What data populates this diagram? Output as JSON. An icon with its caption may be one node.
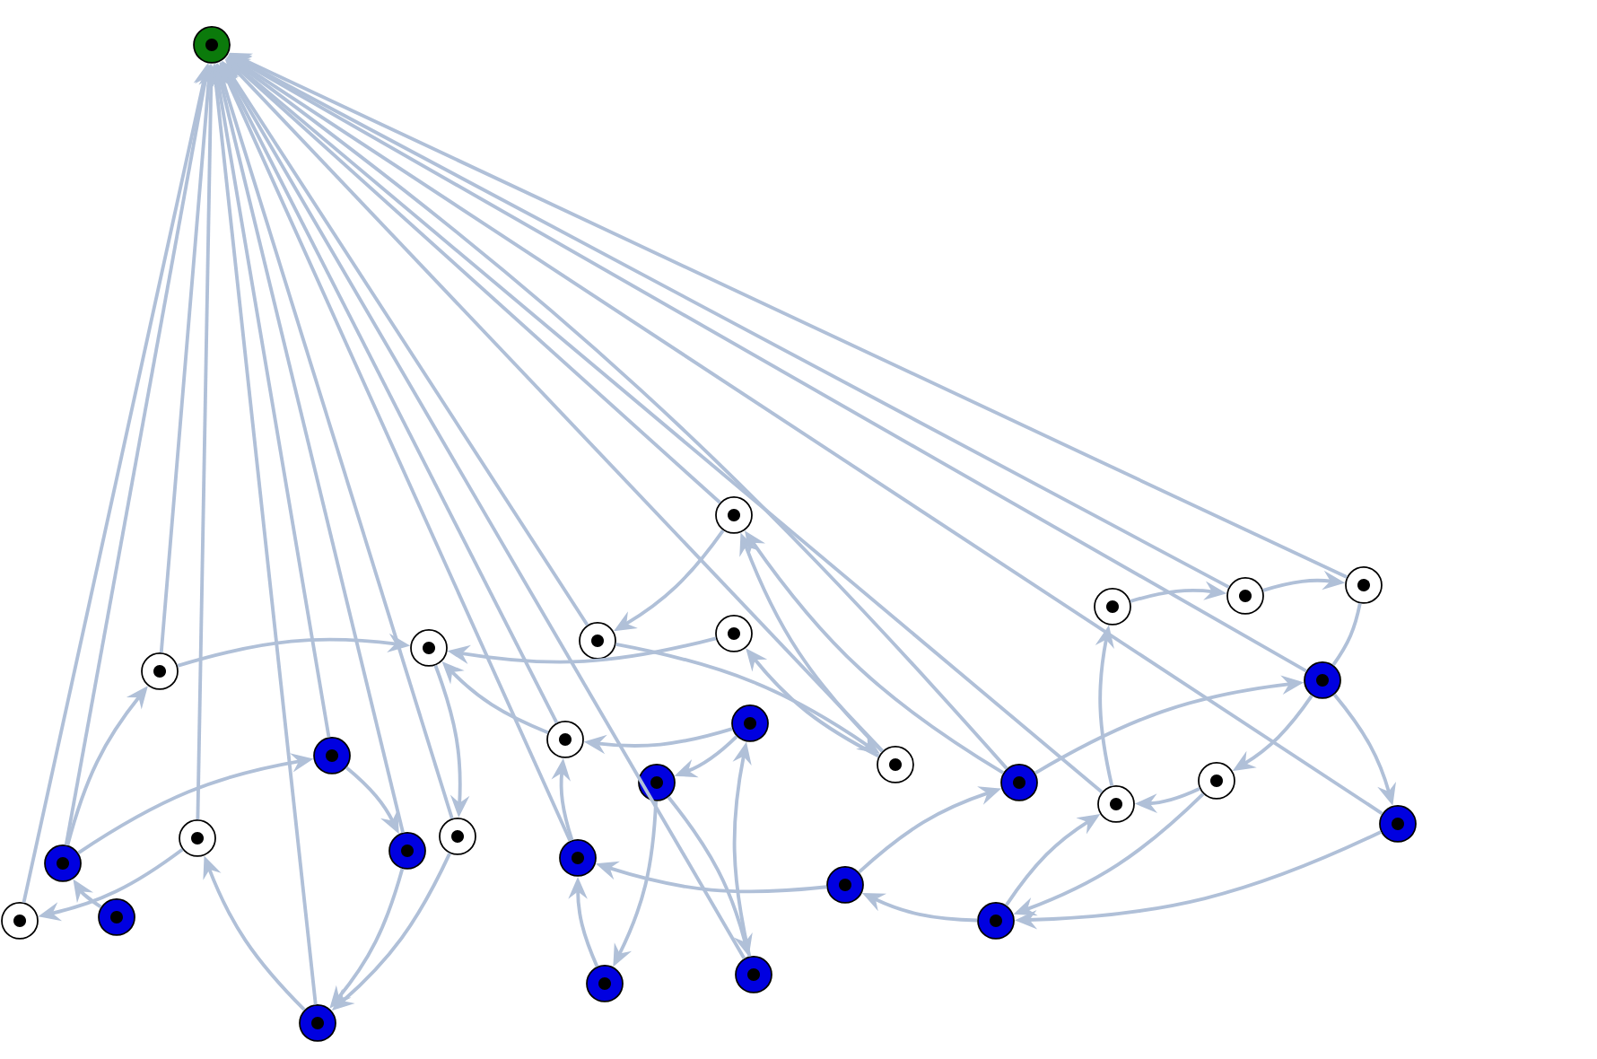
{
  "diagram": {
    "nodes": [
      {
        "text": [],
        "shape": "circle"
      },
      {
        "text": [],
        "shape": "circle"
      },
      {
        "text": [],
        "shape": "circle"
      },
      {
        "text": [],
        "shape": "circle"
      },
      {
        "text": [],
        "shape": "circle"
      },
      {
        "text": [],
        "shape": "circle"
      },
      {
        "text": [],
        "shape": "circle"
      },
      {
        "text": [],
        "shape": "circle"
      },
      {
        "text": [],
        "shape": "circle"
      },
      {
        "text": [],
        "shape": "circle"
      },
      {
        "text": [],
        "shape": "circle"
      },
      {
        "text": [],
        "shape": "circle"
      },
      {
        "text": [],
        "shape": "circle"
      },
      {
        "text": [],
        "shape": "circle"
      },
      {
        "text": [],
        "shape": "circle"
      },
      {
        "text": [],
        "shape": "circle"
      },
      {
        "text": [],
        "shape": "circle"
      },
      {
        "text": [],
        "shape": "circle"
      },
      {
        "text": [],
        "shape": "circle"
      },
      {
        "text": [],
        "shape": "circle"
      },
      {
        "text": [],
        "shape": "circle"
      },
      {
        "text": [],
        "shape": "circle"
      },
      {
        "text": [],
        "shape": "circle"
      },
      {
        "text": [],
        "shape": "circle"
      },
      {
        "text": [],
        "shape": "circle"
      },
      {
        "text": [],
        "shape": "circle"
      },
      {
        "text": [],
        "shape": "circle"
      },
      {
        "text": [],
        "shape": "circle"
      },
      {
        "text": [],
        "shape": "circle"
      },
      {
        "text": [],
        "shape": "circle"
      },
      {
        "text": [],
        "shape": "circle"
      }
    ],
    "edges": [
      {
        "from": 25,
        "to": 0,
        "arrow": "to"
      },
      {
        "from": 21,
        "to": 0,
        "arrow": "to"
      },
      {
        "from": 7,
        "to": 0,
        "arrow": "to"
      },
      {
        "from": 19,
        "to": 0,
        "arrow": "to"
      },
      {
        "from": 30,
        "to": 0,
        "arrow": "to"
      },
      {
        "from": 9,
        "to": 0,
        "arrow": "to"
      },
      {
        "from": 23,
        "to": 0,
        "arrow": "to"
      },
      {
        "from": 20,
        "to": 0,
        "arrow": "to"
      },
      {
        "from": 22,
        "to": 0,
        "arrow": "to"
      },
      {
        "from": 11,
        "to": 0,
        "arrow": "to"
      },
      {
        "from": 2,
        "to": 0,
        "arrow": "to"
      },
      {
        "from": 29,
        "to": 0,
        "arrow": "to"
      },
      {
        "from": 1,
        "to": 0,
        "arrow": "to"
      },
      {
        "from": 12,
        "to": 0,
        "arrow": "to"
      },
      {
        "from": 14,
        "to": 0,
        "arrow": "to"
      },
      {
        "from": 17,
        "to": 0,
        "arrow": "to"
      },
      {
        "from": 18,
        "to": 0,
        "arrow": "to"
      },
      {
        "from": 15,
        "to": 0,
        "arrow": "to"
      },
      {
        "from": 5,
        "to": 0,
        "arrow": "to"
      },
      {
        "from": 6,
        "to": 0,
        "arrow": "to"
      },
      {
        "from": 7,
        "to": 8,
        "arrow": "to"
      },
      {
        "from": 21,
        "to": 7,
        "arrow": "to"
      },
      {
        "from": 21,
        "to": 9,
        "arrow": "to"
      },
      {
        "from": 26,
        "to": 21,
        "arrow": "to"
      },
      {
        "from": 19,
        "to": 25,
        "arrow": "to"
      },
      {
        "from": 9,
        "to": 23,
        "arrow": "to"
      },
      {
        "from": 8,
        "to": 20,
        "arrow": "to"
      },
      {
        "from": 23,
        "to": 30,
        "arrow": "to"
      },
      {
        "from": 20,
        "to": 30,
        "arrow": "to"
      },
      {
        "from": 30,
        "to": 19,
        "arrow": "to"
      },
      {
        "from": 11,
        "to": 8,
        "arrow": "to"
      },
      {
        "from": 3,
        "to": 8,
        "arrow": "to"
      },
      {
        "from": 1,
        "to": 2,
        "arrow": "to"
      },
      {
        "from": 2,
        "to": 12,
        "arrow": "to"
      },
      {
        "from": 12,
        "to": 3,
        "arrow": "to"
      },
      {
        "from": 12,
        "to": 1,
        "arrow": "to"
      },
      {
        "from": 14,
        "to": 1,
        "arrow": "to"
      },
      {
        "from": 10,
        "to": 11,
        "arrow": "to"
      },
      {
        "from": 10,
        "to": 13,
        "arrow": "to"
      },
      {
        "from": 13,
        "to": 28,
        "arrow": "to"
      },
      {
        "from": 13,
        "to": 29,
        "arrow": "to"
      },
      {
        "from": 29,
        "to": 10,
        "arrow": "to"
      },
      {
        "from": 22,
        "to": 11,
        "arrow": "to"
      },
      {
        "from": 28,
        "to": 22,
        "arrow": "to"
      },
      {
        "from": 24,
        "to": 22,
        "arrow": "to"
      },
      {
        "from": 24,
        "to": 14,
        "arrow": "to"
      },
      {
        "from": 27,
        "to": 24,
        "arrow": "to"
      },
      {
        "from": 27,
        "to": 17,
        "arrow": "to"
      },
      {
        "from": 16,
        "to": 27,
        "arrow": "to"
      },
      {
        "from": 18,
        "to": 27,
        "arrow": "to"
      },
      {
        "from": 16,
        "to": 17,
        "arrow": "to"
      },
      {
        "from": 17,
        "to": 4,
        "arrow": "to"
      },
      {
        "from": 4,
        "to": 5,
        "arrow": "to"
      },
      {
        "from": 5,
        "to": 6,
        "arrow": "to"
      },
      {
        "from": 14,
        "to": 15,
        "arrow": "to"
      },
      {
        "from": 6,
        "to": 15,
        "arrow": "none"
      },
      {
        "from": 15,
        "to": 16,
        "arrow": "to"
      },
      {
        "from": 15,
        "to": 18,
        "arrow": "to"
      }
    ]
  }
}
